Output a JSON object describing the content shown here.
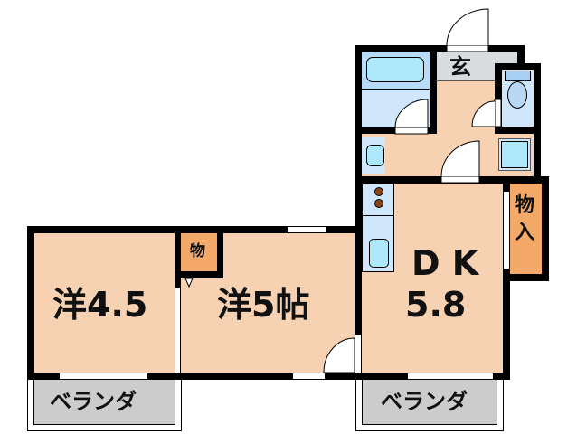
{
  "floorplan": {
    "rooms": {
      "western_45": {
        "label": "洋4.5"
      },
      "western_5": {
        "label": "洋5帖"
      },
      "dk": {
        "label_line1": "D K",
        "label_line2": "5.8"
      },
      "genkan": {
        "label": "玄"
      },
      "closet_small": {
        "label": "物"
      },
      "closet_dk": {
        "label_line1": "物",
        "label_line2": "入"
      },
      "veranda_left": {
        "label": "ベランダ"
      },
      "veranda_right": {
        "label": "ベランダ"
      }
    },
    "colors": {
      "floor": "#f7d2b2",
      "wet_area": "#cfe6fb",
      "fixture": "#aee8fb",
      "closet": "#f4a96a",
      "veranda": "#cccccc",
      "genkan": "#d9dcdf",
      "wall": "#000000",
      "stove_burner": "#8b4513"
    }
  }
}
